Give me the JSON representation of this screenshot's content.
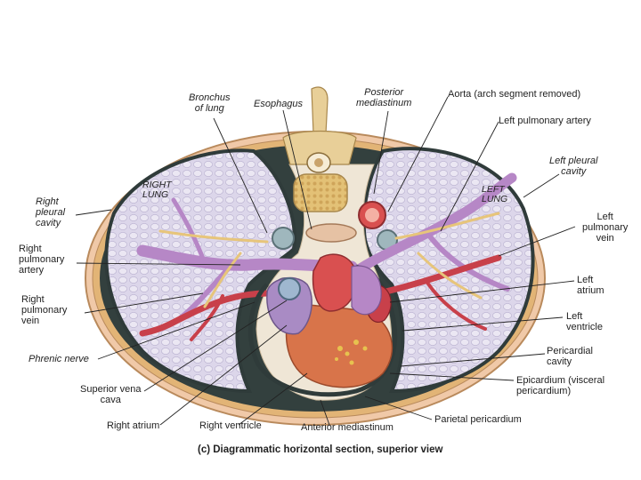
{
  "labels": {
    "bronchus": "Bronchus\nof lung",
    "esophagus": "Esophagus",
    "posterior_mediastinum": "Posterior\nmediastinum",
    "aorta": "Aorta (arch segment removed)",
    "left_pulmonary_artery": "Left pulmonary artery",
    "left_pleural_cavity": "Left pleural\ncavity",
    "right_lung": "RIGHT\nLUNG",
    "left_lung": "LEFT\nLUNG",
    "right_pleural_cavity": "Right\npleural\ncavity",
    "left_pulmonary_vein": "Left\npulmonary\nvein",
    "right_pulmonary_artery": "Right\npulmonary\nartery",
    "left_atrium": "Left\natrium",
    "right_pulmonary_vein": "Right\npulmonary\nvein",
    "left_ventricle": "Left\nventricle",
    "phrenic_nerve": "Phrenic nerve",
    "pericardial_cavity": "Pericardial\ncavity",
    "superior_vena_cava": "Superior vena\ncava",
    "epicardium": "Epicardium (visceral\npericardium)",
    "right_atrium": "Right atrium",
    "right_ventricle": "Right ventricle",
    "anterior_mediastinum": "Anterior mediastinum",
    "parietal_pericardium": "Parietal pericardium"
  },
  "caption": "(c) Diagrammatic horizontal section, superior view",
  "colors": {
    "lung_fill": "#d6d0e6",
    "pleura": "#2f3b3a",
    "chest_wall": "#d9a66a",
    "heart": "#d8744a",
    "artery_purple": "#b687c6",
    "vein_red": "#c8404a",
    "bone": "#e8cf98"
  }
}
